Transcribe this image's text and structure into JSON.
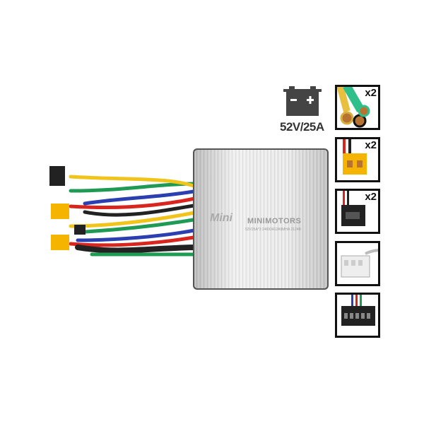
{
  "product": {
    "brand": "MINIMOTORS",
    "serial": "52V25A*3 24693412A9MHA 2124B",
    "logo_text": "Mini"
  },
  "battery": {
    "icon": "battery-icon",
    "rating": "52V/25A"
  },
  "connectors": [
    {
      "icon": "bullet-connector-icon",
      "count": "x2"
    },
    {
      "icon": "xt60-connector-icon",
      "count": "x2"
    },
    {
      "icon": "sm-connector-icon",
      "count": "x2"
    },
    {
      "icon": "white-multipin-connector-icon",
      "count": ""
    },
    {
      "icon": "black-multipin-connector-icon",
      "count": ""
    }
  ],
  "colors": {
    "wire_green": "#1f9a55",
    "wire_blue": "#2b3fb0",
    "wire_red": "#d8261f",
    "wire_yellow": "#f0c41a",
    "connector_yellow": "#f5b400"
  }
}
